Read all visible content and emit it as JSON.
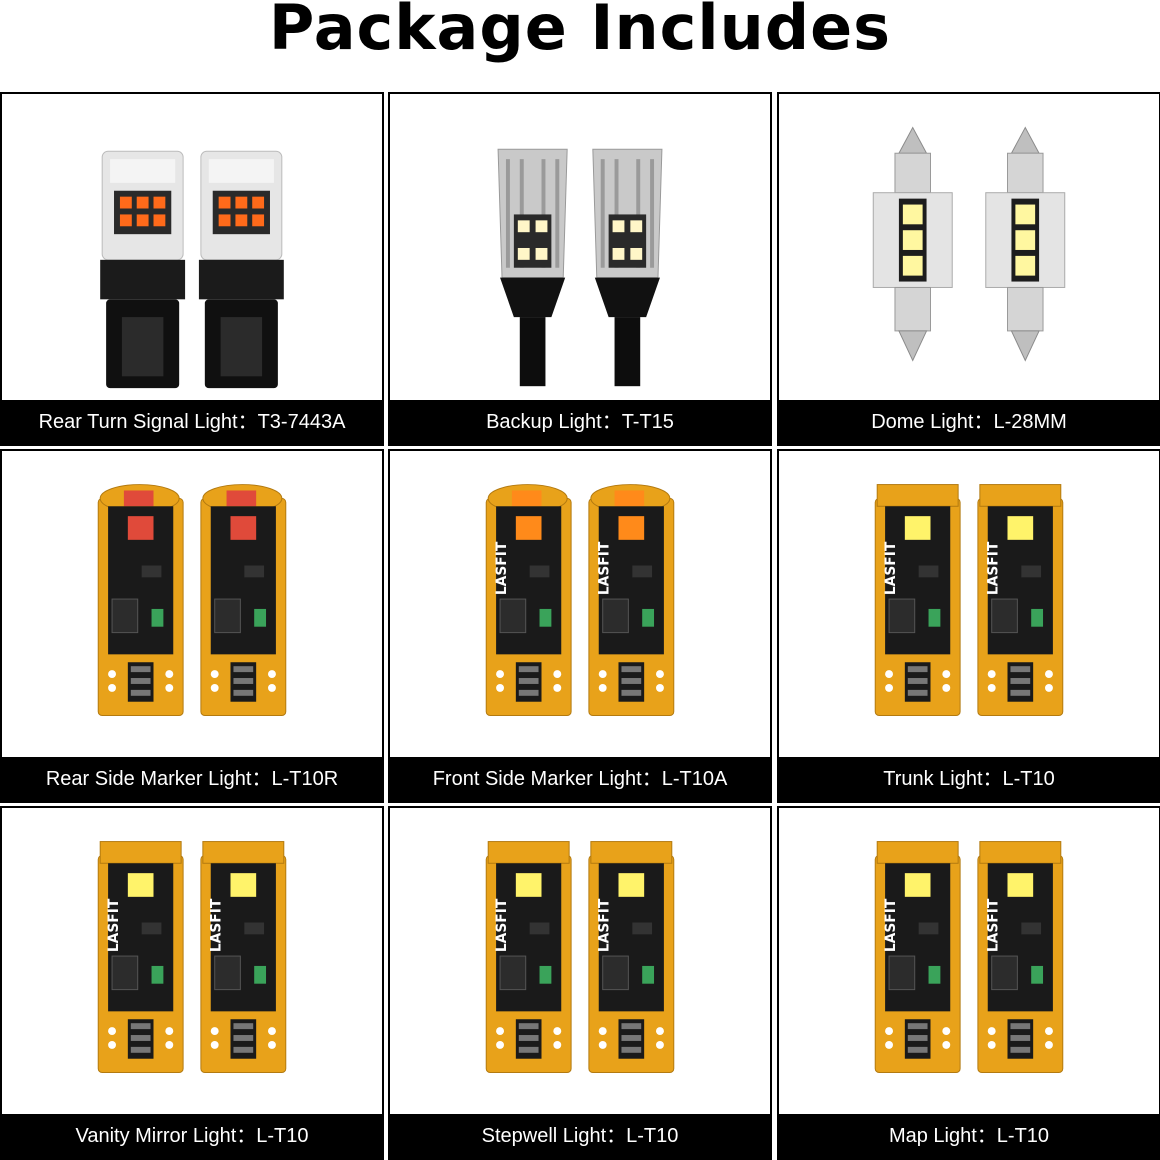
{
  "page": {
    "title": "Package Includes"
  },
  "items": [
    {
      "label": "Rear Turn Signal Light：T3-7443A",
      "bulb": "wedge-7443",
      "led": "#ff6a1a"
    },
    {
      "label": "Backup Light：T-T15",
      "bulb": "wedge-t15",
      "led": "#fff6c8"
    },
    {
      "label": "Dome Light：L-28MM",
      "bulb": "festoon",
      "led": "#fff7a0"
    },
    {
      "label": "Rear Side Marker Light：L-T10R",
      "bulb": "t10-red",
      "led": "#e04a3a"
    },
    {
      "label": "Front Side Marker Light：L-T10A",
      "bulb": "t10-amber",
      "led": "#ff8a1a"
    },
    {
      "label": "Trunk Light：L-T10",
      "bulb": "t10-white",
      "led": "#fff36a",
      "brand": "LASFIT"
    },
    {
      "label": "Vanity Mirror Light：L-T10",
      "bulb": "t10-white",
      "led": "#fff36a",
      "brand": "LASFIT"
    },
    {
      "label": "Stepwell Light：L-T10",
      "bulb": "t10-white",
      "led": "#fff36a",
      "brand": "LASFIT"
    },
    {
      "label": "Map Light：L-T10",
      "bulb": "t10-white",
      "led": "#fff36a",
      "brand": "LASFIT"
    }
  ],
  "colors": {
    "caption_bg": "#000000",
    "pcb": "#e8a21a",
    "pcb_dark": "#1a1a1a"
  }
}
